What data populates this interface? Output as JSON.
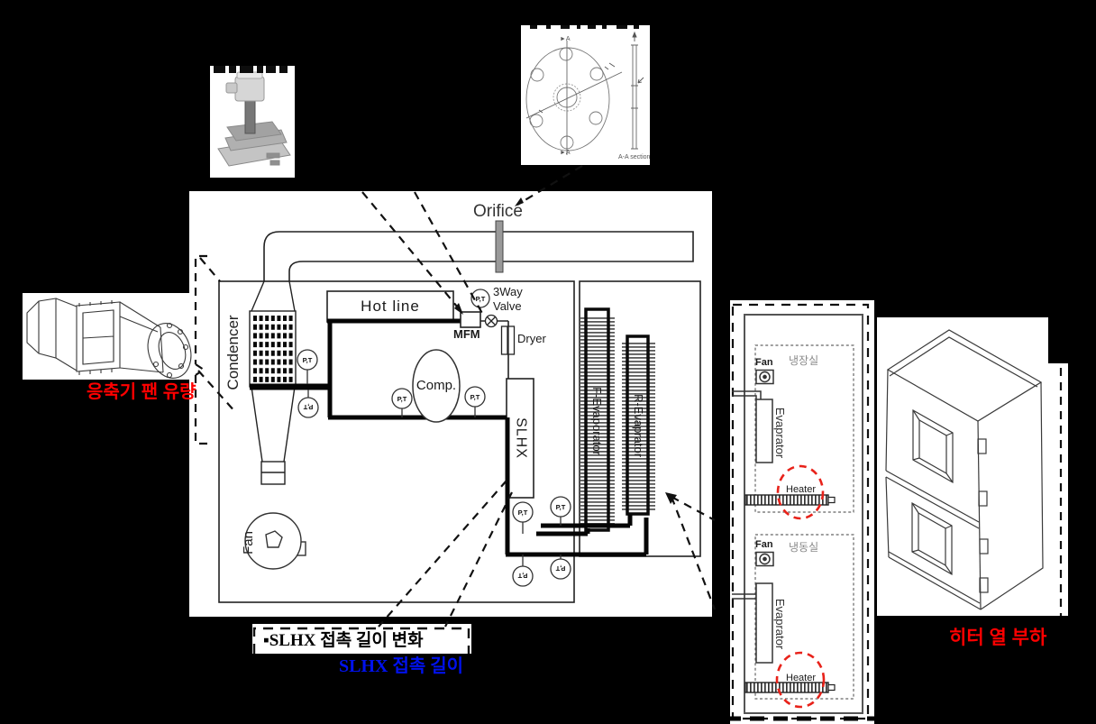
{
  "labels": {
    "orifice": "Orifice",
    "condenser": "Condencer",
    "fan": "Fan",
    "hot_line": "Hot line",
    "mfm": "MFM",
    "three_way": "3Way",
    "valve": "Valve",
    "dryer": "Dryer",
    "compressor": "Comp.",
    "slhx": "SLHX",
    "f_evaporator": "F-Evaporator",
    "r_evaporator": "R-Evaprator",
    "pt_gauge": "P,T"
  },
  "orifice_drawing": {
    "section": "A-A section",
    "arrow_top": "►A",
    "arrow_bottom": "►A"
  },
  "callouts": {
    "condenser_fan_flow": "응축기 팬 유량",
    "heater_heat_load": "히터 열 부하",
    "slhx_note": "▪SLHX 접촉 길이 변화",
    "slhx_contact_length": "SLHX 접촉 길이"
  },
  "right_panel": {
    "compartments": [
      {
        "room": "냉장실",
        "fan": "Fan",
        "evaporator": "Evaprator",
        "heater": "Heater"
      },
      {
        "room": "냉동실",
        "fan": "Fan",
        "evaporator": "Evaprator",
        "heater": "Heater"
      }
    ]
  },
  "colors": {
    "red": "#ff0000",
    "blue": "#0011ee",
    "panel": "#ffffff",
    "line": "#1a1a1a",
    "heater_circle": "#e8221a"
  }
}
